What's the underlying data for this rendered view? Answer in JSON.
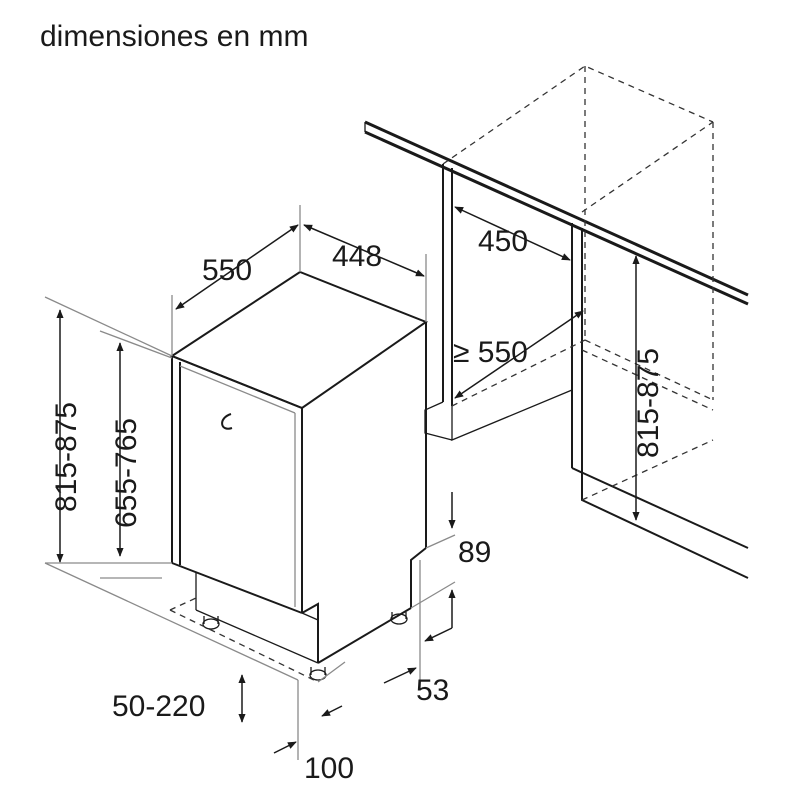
{
  "title": "dimensiones en mm",
  "dimensions": {
    "appliance_depth": "550",
    "appliance_width": "448",
    "niche_width": "450",
    "niche_depth": "≥ 550",
    "total_height": "815-875",
    "front_height": "655-765",
    "niche_height": "815-875",
    "plinth_height": "89",
    "plinth_recess": "53",
    "foot_adjustment": "50-220",
    "foot_offset": "100"
  },
  "colors": {
    "line": "#1a1a1a",
    "dashed": "#333333",
    "background": "#ffffff"
  }
}
